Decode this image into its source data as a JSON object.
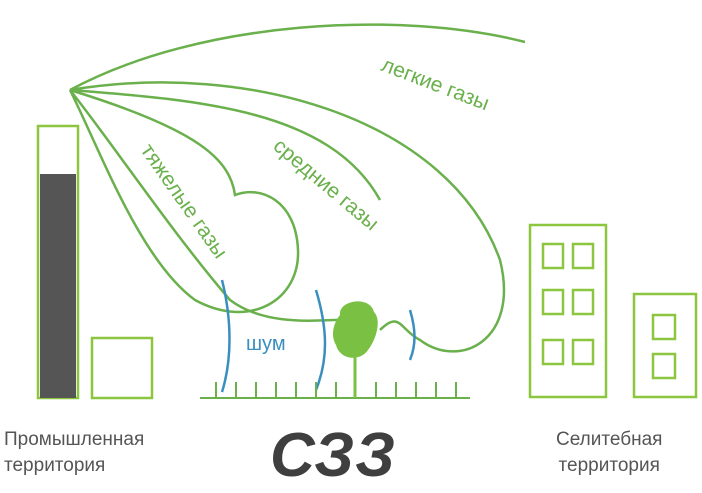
{
  "labels": {
    "light_gases": "легкие газы",
    "medium_gases": "средние газы",
    "heavy_gases": "тяжелые газы",
    "noise": "шум"
  },
  "captions": {
    "left_line1": "Промышленная",
    "left_line2": "территория",
    "center": "СЗЗ",
    "right_line1": "Селитебная",
    "right_line2": "территория"
  },
  "colors": {
    "gas_lines": "#6ab04c",
    "tree": "#7ac143",
    "noise": "#3a8fbf",
    "chimney_fill": "#555555",
    "outline": "#8cc63f"
  }
}
